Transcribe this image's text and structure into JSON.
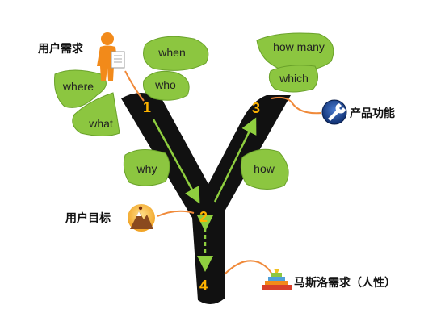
{
  "colors": {
    "leaf": "#8cc640",
    "leaf_edge": "#6aa22a",
    "trunk": "#111111",
    "number": "#ffb400",
    "connector": "#f08a3a",
    "arrow": "#8fcf3f"
  },
  "labels": {
    "user_needs": "用户需求",
    "product_function": "产品功能",
    "user_goal": "用户目标",
    "maslow": "马斯洛需求（人性）"
  },
  "leaves": {
    "when": "when",
    "who": "who",
    "where": "where",
    "what": "what",
    "why": "why",
    "how": "how",
    "how_many": "how many",
    "which": "which"
  },
  "numbers": {
    "n1": "1",
    "n2": "2",
    "n3": "3",
    "n4": "4"
  },
  "icons": {
    "user_needs": "person-with-document-icon",
    "product_function": "wrench-icon",
    "user_goal": "mountain-peak-icon",
    "maslow": "pyramid-icon"
  }
}
